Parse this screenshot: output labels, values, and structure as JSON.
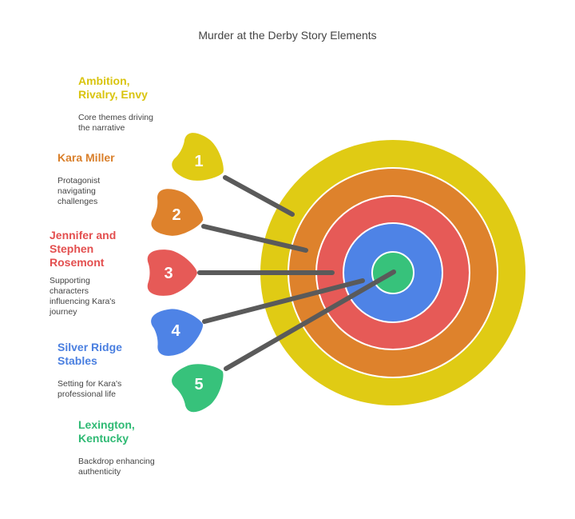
{
  "title": "Murder at the Derby Story Elements",
  "colors": {
    "yellow": "#E0CB14",
    "orange": "#DE822C",
    "red": "#E65A57",
    "blue": "#4E83E6",
    "green": "#37C27B",
    "arrow": "#5A5A5A"
  },
  "items": [
    {
      "number": "1",
      "heading_l1": "Ambition,",
      "heading_l2": "Rivalry, Envy",
      "heading_l3": "",
      "desc_l1": "Core themes driving",
      "desc_l2": "the narrative",
      "desc_l3": "",
      "desc_l4": "",
      "color": "#D9C40F"
    },
    {
      "number": "2",
      "heading_l1": "Kara Miller",
      "heading_l2": "",
      "heading_l3": "",
      "desc_l1": "Protagonist",
      "desc_l2": "navigating",
      "desc_l3": "challenges",
      "desc_l4": "",
      "color": "#D97F2A"
    },
    {
      "number": "3",
      "heading_l1": "Jennifer and",
      "heading_l2": "Stephen",
      "heading_l3": "Rosemont",
      "desc_l1": "Supporting",
      "desc_l2": "characters",
      "desc_l3": "influencing Kara's",
      "desc_l4": "journey",
      "color": "#E34F4F"
    },
    {
      "number": "4",
      "heading_l1": "Silver Ridge",
      "heading_l2": "Stables",
      "heading_l3": "",
      "desc_l1": "Setting for Kara's",
      "desc_l2": "professional life",
      "desc_l3": "",
      "desc_l4": "",
      "color": "#4A7FE0"
    },
    {
      "number": "5",
      "heading_l1": "Lexington,",
      "heading_l2": "Kentucky",
      "heading_l3": "",
      "desc_l1": "Backdrop enhancing",
      "desc_l2": "authenticity",
      "desc_l3": "",
      "desc_l4": "",
      "color": "#2FBA74"
    }
  ]
}
